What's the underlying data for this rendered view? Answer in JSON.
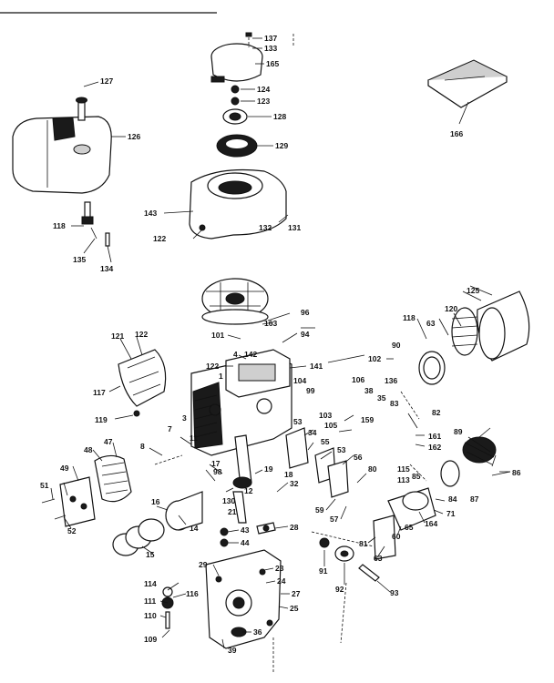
{
  "labels": {
    "l137": "137",
    "l133": "133",
    "l165": "165",
    "l127": "127",
    "l126": "126",
    "l124": "124",
    "l123": "123",
    "l128": "128",
    "l129": "129",
    "l166": "166",
    "l143": "143",
    "l132": "132",
    "l131": "131",
    "l118a": "118",
    "l122a": "122",
    "l135": "135",
    "l134": "134",
    "l125": "125",
    "l96": "96",
    "l94": "94",
    "l101": "101",
    "l163": "163",
    "l121": "121",
    "l122b": "122",
    "l142": "142",
    "l141": "141",
    "l4": "4",
    "l122c": "122",
    "l1": "1",
    "l117": "117",
    "l118b": "118",
    "l63a": "63",
    "l120": "120",
    "l90": "90",
    "l102": "102",
    "l106": "106",
    "l136": "136",
    "l38": "38",
    "l104": "104",
    "l99": "99",
    "l35": "35",
    "l119": "119",
    "l3": "3",
    "l7": "7",
    "l103": "103",
    "l83": "83",
    "l82": "82",
    "l53a": "53",
    "l34": "34",
    "l105": "105",
    "l159": "159",
    "l161": "161",
    "l162": "162",
    "l89": "89",
    "l48": "48",
    "l47": "47",
    "l8": "8",
    "l55": "55",
    "l53b": "53",
    "l56": "56",
    "l11": "11",
    "l86": "86",
    "l49": "49",
    "l17": "17",
    "l98": "98",
    "l19": "19",
    "l18": "18",
    "l115": "115",
    "l113": "113",
    "l80": "80",
    "l85": "85",
    "l87": "87",
    "l51": "51",
    "l32": "32",
    "l130": "130",
    "l12": "12",
    "l21": "21",
    "l16": "16",
    "l14": "14",
    "l59": "59",
    "l57": "57",
    "l84": "84",
    "l71": "71",
    "l52": "52",
    "l15": "15",
    "l28": "28",
    "l43": "43",
    "l44": "44",
    "l81": "81",
    "l60": "60",
    "l164": "164",
    "l65": "65",
    "l91": "91",
    "l92": "92",
    "l93": "93",
    "l114": "114",
    "l116": "116",
    "l111": "111",
    "l110": "110",
    "l109": "109",
    "l29": "29",
    "l23": "23",
    "l24": "24",
    "l27": "27",
    "l25": "25",
    "l36": "36",
    "l39": "39",
    "l63b": "63"
  }
}
